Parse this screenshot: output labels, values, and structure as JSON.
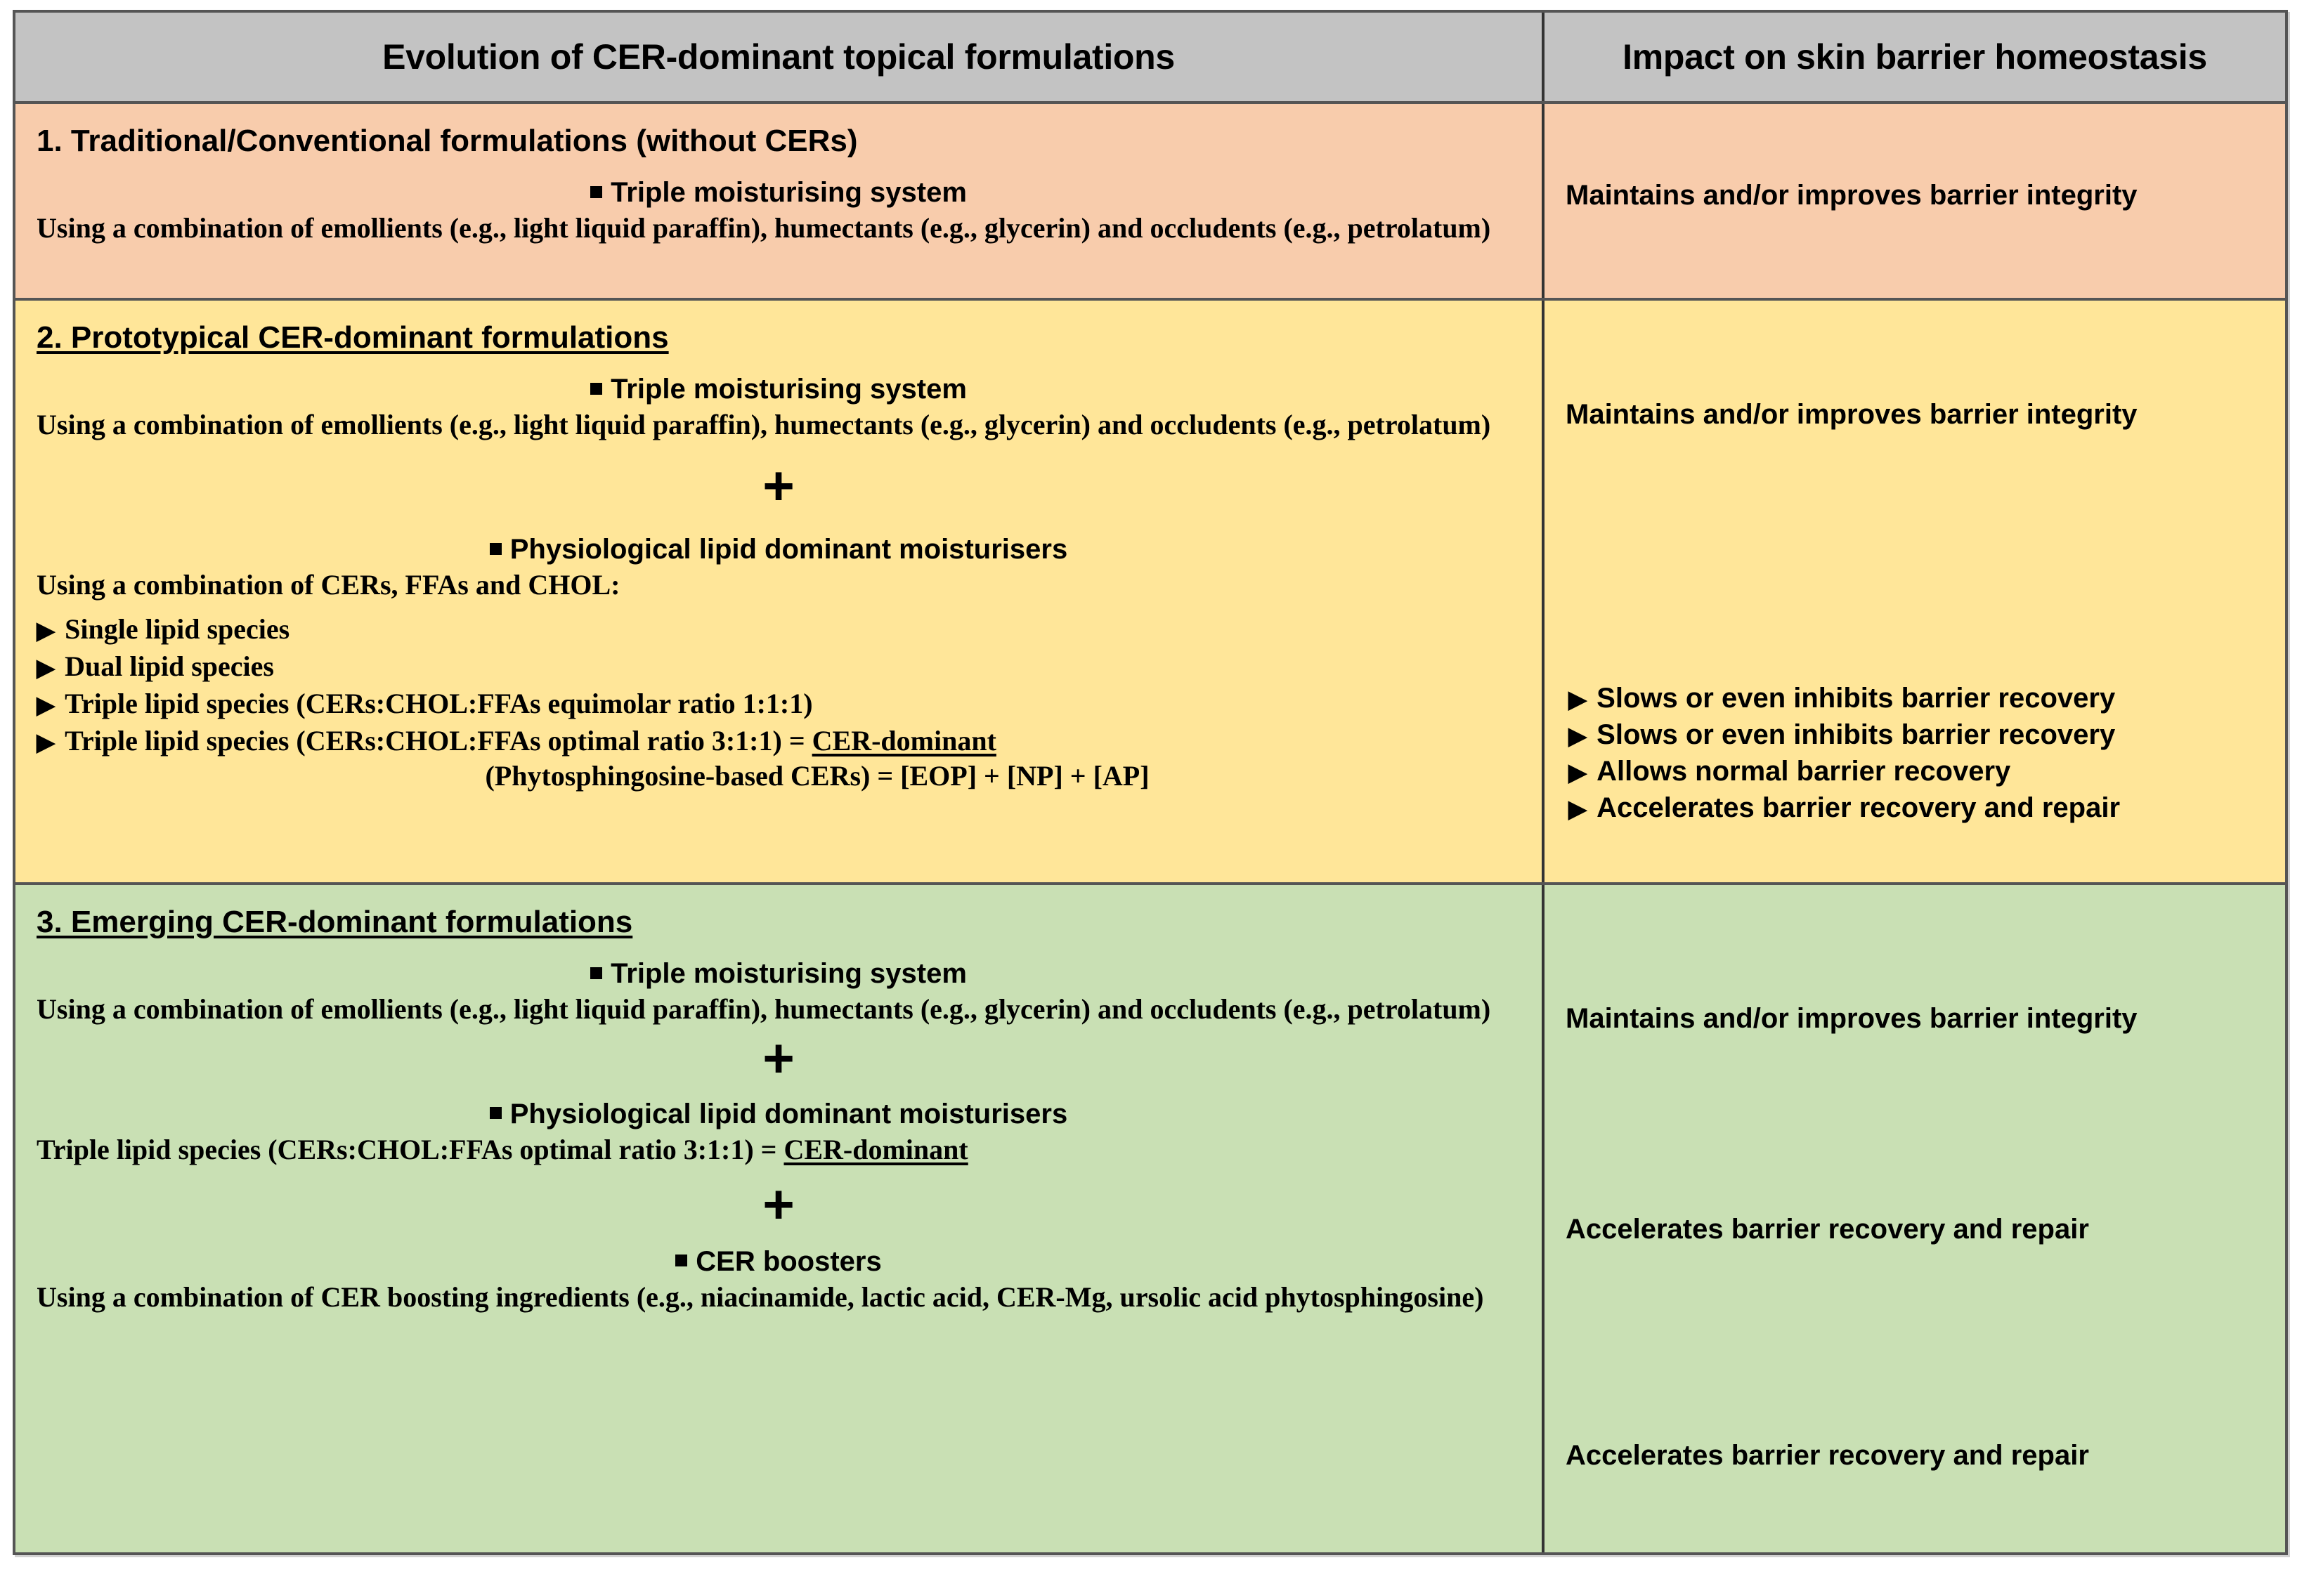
{
  "header": {
    "left": "Evolution of CER-dominant topical formulations",
    "right": "Impact on skin barrier homeostasis"
  },
  "colors": {
    "header_bg": "#c3c3c3",
    "row1_bg": "#f8ccac",
    "row2_bg": "#ffe699",
    "row3_bg": "#c9e0b4",
    "border": "#555555",
    "text": "#000000"
  },
  "shared": {
    "triple_moisturising_heading": "Triple moisturising system",
    "triple_moisturising_body": "Using a combination of emollients (e.g., light liquid paraffin), humectants (e.g., glycerin) and occludents (e.g., petrolatum)",
    "physiological_heading": "Physiological lipid dominant moisturisers",
    "plus": "+",
    "maintains": "Maintains and/or improves barrier integrity",
    "accelerates": "Accelerates barrier recovery and repair"
  },
  "rows": [
    {
      "title": "1. Traditional/Conventional formulations (without CERs)",
      "title_underlined": false,
      "impact": "Maintains and/or improves barrier integrity"
    },
    {
      "title": "2. Prototypical CER-dominant formulations",
      "title_underlined": true,
      "lipid_intro": "Using a combination of CERs, FFAs and CHOL:",
      "lipid_items": [
        {
          "text": "Single lipid species",
          "underlined_tail": ""
        },
        {
          "text": "Dual lipid species",
          "underlined_tail": ""
        },
        {
          "text": "Triple lipid species (CERs:CHOL:FFAs equimolar ratio 1:1:1)",
          "underlined_tail": ""
        },
        {
          "text": "Triple lipid species (CERs:CHOL:FFAs optimal ratio 3:1:1) = ",
          "underlined_tail": "CER-dominant"
        }
      ],
      "lipid_note": "(Phytosphingosine-based CERs) = [EOP] + [NP] + [AP]",
      "impact_top": "Maintains and/or improves barrier integrity",
      "impact_list": [
        "Slows or even inhibits barrier recovery",
        "Slows or even inhibits barrier recovery",
        "Allows normal barrier recovery",
        "Accelerates barrier recovery and repair"
      ]
    },
    {
      "title": "3. Emerging CER-dominant formulations",
      "title_underlined": true,
      "triple_lipid_line": "Triple lipid species (CERs:CHOL:FFAs optimal ratio 3:1:1) = ",
      "triple_lipid_tail": "CER-dominant",
      "boosters_heading": "CER boosters",
      "boosters_body": "Using a combination of CER boosting ingredients (e.g., niacinamide, lactic acid, CER-Mg, ursolic acid phytosphingosine)",
      "impact_1": "Maintains and/or improves barrier integrity",
      "impact_2": "Accelerates barrier recovery and repair",
      "impact_3": "Accelerates barrier recovery and repair"
    }
  ],
  "icons": {
    "bullet_square": "square-bullet-icon",
    "bullet_triangle": "triangle-bullet-icon",
    "plus": "plus-icon"
  }
}
